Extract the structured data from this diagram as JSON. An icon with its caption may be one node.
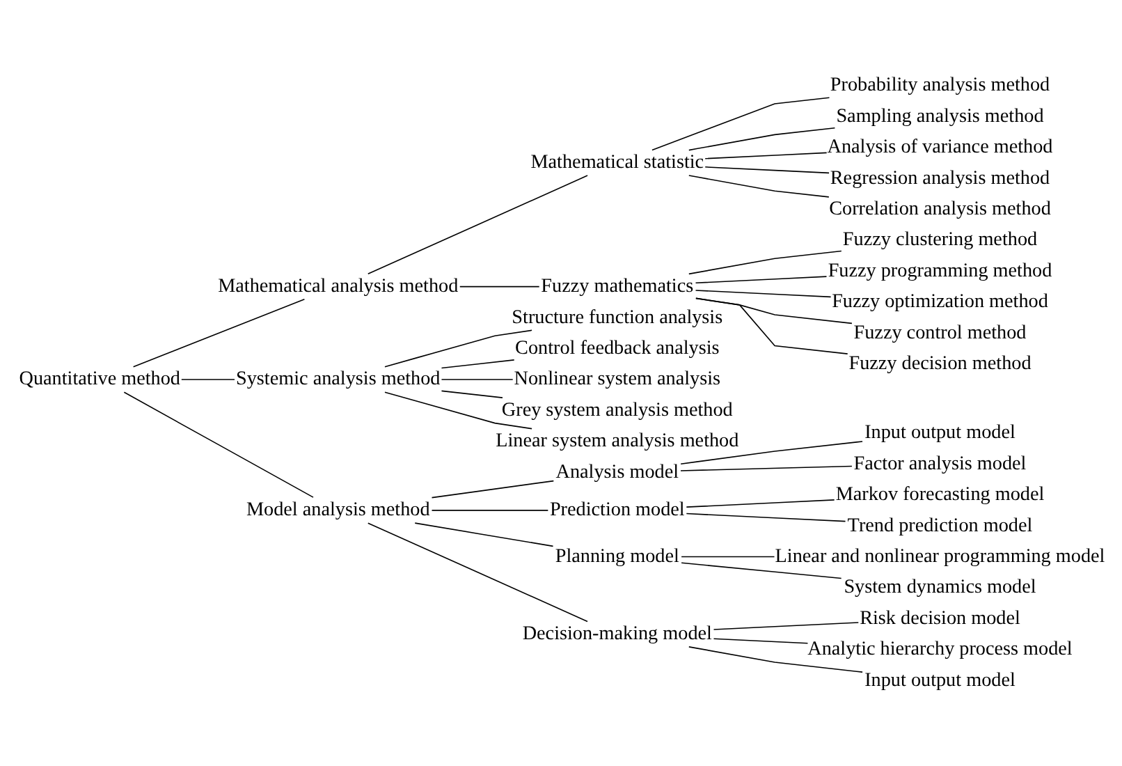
{
  "diagram": {
    "nodes": [
      {
        "text": [
          "Quantitative method"
        ]
      },
      {
        "text": [
          "Mathematical analysis method"
        ]
      },
      {
        "text": [
          "Mathematical statistic"
        ]
      },
      {
        "text": [
          "Probability analysis method"
        ]
      },
      {
        "text": [
          "Sampling analysis method"
        ]
      },
      {
        "text": [
          "Analysis of variance method"
        ]
      },
      {
        "text": [
          "Regression analysis method"
        ]
      },
      {
        "text": [
          "Correlation analysis method"
        ]
      },
      {
        "text": [
          "Fuzzy mathematics"
        ]
      },
      {
        "text": [
          "Fuzzy clustering method"
        ]
      },
      {
        "text": [
          "Fuzzy programming method"
        ]
      },
      {
        "text": [
          "Fuzzy optimization method"
        ]
      },
      {
        "text": [
          "Fuzzy control method"
        ]
      },
      {
        "text": [
          "Fuzzy decision method"
        ]
      },
      {
        "text": [
          "Systemic analysis method"
        ]
      },
      {
        "text": [
          "Structure function analysis"
        ]
      },
      {
        "text": [
          "Control feedback analysis"
        ]
      },
      {
        "text": [
          "Nonlinear system analysis"
        ]
      },
      {
        "text": [
          "Grey system analysis method"
        ]
      },
      {
        "text": [
          "Linear system analysis method"
        ]
      },
      {
        "text": [
          "Model analysis method"
        ]
      },
      {
        "text": [
          "Analysis model"
        ]
      },
      {
        "text": [
          "Input output model"
        ]
      },
      {
        "text": [
          "Factor analysis model"
        ]
      },
      {
        "text": [
          "Prediction model"
        ]
      },
      {
        "text": [
          "Markov forecasting model"
        ]
      },
      {
        "text": [
          "Trend prediction model"
        ]
      },
      {
        "text": [
          "Planning model"
        ]
      },
      {
        "text": [
          "Linear and nonlinear programming model"
        ]
      },
      {
        "text": [
          "System dynamics model"
        ]
      },
      {
        "text": [
          "Decision-making model"
        ]
      },
      {
        "text": [
          "Risk decision model"
        ]
      },
      {
        "text": [
          "Analytic hierarchy process model"
        ]
      },
      {
        "text": [
          "Input output model"
        ]
      }
    ],
    "edges": [
      {
        "from": 0,
        "to": 1,
        "arrow": "none"
      },
      {
        "from": 0,
        "to": 14,
        "arrow": "none"
      },
      {
        "from": 0,
        "to": 20,
        "arrow": "none"
      },
      {
        "from": 1,
        "to": 2,
        "arrow": "none"
      },
      {
        "from": 1,
        "to": 8,
        "arrow": "none"
      },
      {
        "from": 2,
        "to": 3,
        "arrow": "none"
      },
      {
        "from": 2,
        "to": 4,
        "arrow": "none"
      },
      {
        "from": 2,
        "to": 5,
        "arrow": "none"
      },
      {
        "from": 2,
        "to": 6,
        "arrow": "none"
      },
      {
        "from": 2,
        "to": 7,
        "arrow": "none"
      },
      {
        "from": 8,
        "to": 9,
        "arrow": "none"
      },
      {
        "from": 8,
        "to": 10,
        "arrow": "none"
      },
      {
        "from": 8,
        "to": 11,
        "arrow": "none"
      },
      {
        "from": 8,
        "to": 12,
        "arrow": "none"
      },
      {
        "from": 8,
        "to": 13,
        "arrow": "none"
      },
      {
        "from": 14,
        "to": 15,
        "arrow": "none"
      },
      {
        "from": 14,
        "to": 16,
        "arrow": "none"
      },
      {
        "from": 14,
        "to": 17,
        "arrow": "none"
      },
      {
        "from": 14,
        "to": 18,
        "arrow": "none"
      },
      {
        "from": 14,
        "to": 19,
        "arrow": "none"
      },
      {
        "from": 20,
        "to": 21,
        "arrow": "none"
      },
      {
        "from": 20,
        "to": 24,
        "arrow": "none"
      },
      {
        "from": 20,
        "to": 27,
        "arrow": "none"
      },
      {
        "from": 20,
        "to": 30,
        "arrow": "none"
      },
      {
        "from": 21,
        "to": 22,
        "arrow": "none"
      },
      {
        "from": 21,
        "to": 23,
        "arrow": "none"
      },
      {
        "from": 24,
        "to": 25,
        "arrow": "none"
      },
      {
        "from": 24,
        "to": 26,
        "arrow": "none"
      },
      {
        "from": 27,
        "to": 28,
        "arrow": "none"
      },
      {
        "from": 27,
        "to": 29,
        "arrow": "none"
      },
      {
        "from": 30,
        "to": 31,
        "arrow": "none"
      },
      {
        "from": 30,
        "to": 32,
        "arrow": "none"
      },
      {
        "from": 30,
        "to": 33,
        "arrow": "none"
      }
    ]
  }
}
